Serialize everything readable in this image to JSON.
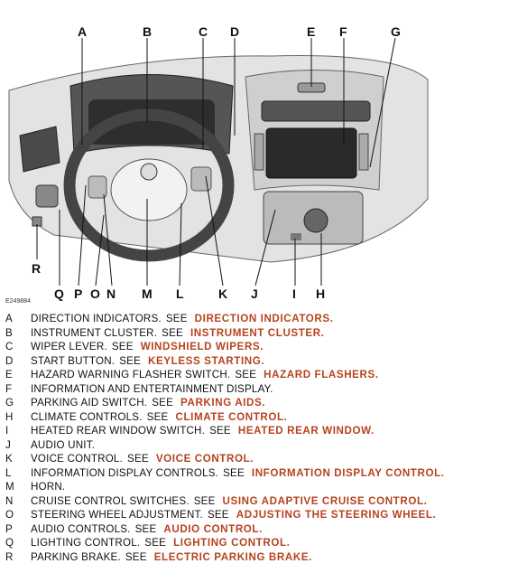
{
  "figure": {
    "id": "E249884",
    "callouts_top": [
      "A",
      "B",
      "C",
      "D",
      "E",
      "F",
      "G"
    ],
    "callouts_bottom": [
      "Q",
      "P",
      "O",
      "N",
      "M",
      "L",
      "K",
      "J",
      "I",
      "H"
    ],
    "callout_left": "R"
  },
  "legend": [
    {
      "letter": "A",
      "desc": "DIRECTION INDICATORS.",
      "see": "SEE",
      "ref": "DIRECTION INDICATORS."
    },
    {
      "letter": "B",
      "desc": "INSTRUMENT CLUSTER.",
      "see": "SEE",
      "ref": "INSTRUMENT CLUSTER."
    },
    {
      "letter": "C",
      "desc": "WIPER LEVER.",
      "see": "SEE",
      "ref": "WINDSHIELD WIPERS."
    },
    {
      "letter": "D",
      "desc": "START BUTTON.",
      "see": "SEE",
      "ref": "KEYLESS STARTING."
    },
    {
      "letter": "E",
      "desc": "HAZARD WARNING FLASHER SWITCH.",
      "see": "SEE",
      "ref": "HAZARD FLASHERS."
    },
    {
      "letter": "F",
      "desc": "INFORMATION AND ENTERTAINMENT DISPLAY.",
      "see": "",
      "ref": ""
    },
    {
      "letter": "G",
      "desc": "PARKING AID SWITCH.",
      "see": "SEE",
      "ref": "PARKING AIDS."
    },
    {
      "letter": "H",
      "desc": "CLIMATE CONTROLS.",
      "see": "SEE",
      "ref": "CLIMATE CONTROL."
    },
    {
      "letter": "I",
      "desc": "HEATED REAR WINDOW SWITCH.",
      "see": "SEE",
      "ref": "HEATED REAR WINDOW."
    },
    {
      "letter": "J",
      "desc": "AUDIO UNIT.",
      "see": "",
      "ref": ""
    },
    {
      "letter": "K",
      "desc": "VOICE CONTROL.",
      "see": "SEE",
      "ref": "VOICE CONTROL."
    },
    {
      "letter": "L",
      "desc": "INFORMATION DISPLAY CONTROLS.",
      "see": "SEE",
      "ref": "INFORMATION DISPLAY CONTROL."
    },
    {
      "letter": "M",
      "desc": "HORN.",
      "see": "",
      "ref": ""
    },
    {
      "letter": "N",
      "desc": "CRUISE CONTROL SWITCHES.",
      "see": "SEE",
      "ref": "USING ADAPTIVE CRUISE CONTROL."
    },
    {
      "letter": "O",
      "desc": "STEERING WHEEL ADJUSTMENT.",
      "see": "SEE",
      "ref": "ADJUSTING THE STEERING WHEEL."
    },
    {
      "letter": "P",
      "desc": "AUDIO CONTROLS.",
      "see": "SEE",
      "ref": "AUDIO CONTROL."
    },
    {
      "letter": "Q",
      "desc": "LIGHTING CONTROL.",
      "see": "SEE",
      "ref": "LIGHTING CONTROL."
    },
    {
      "letter": "R",
      "desc": "PARKING BRAKE.",
      "see": "SEE",
      "ref": "ELECTRIC PARKING BRAKE."
    }
  ]
}
